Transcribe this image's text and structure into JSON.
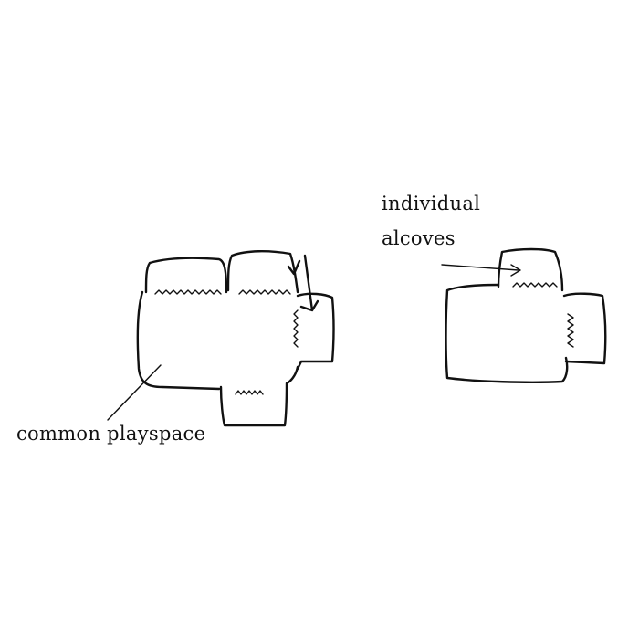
{
  "diagram": {
    "label_common": "common playspace",
    "label_individual_line1": "individual",
    "label_individual_line2": "alcoves"
  }
}
